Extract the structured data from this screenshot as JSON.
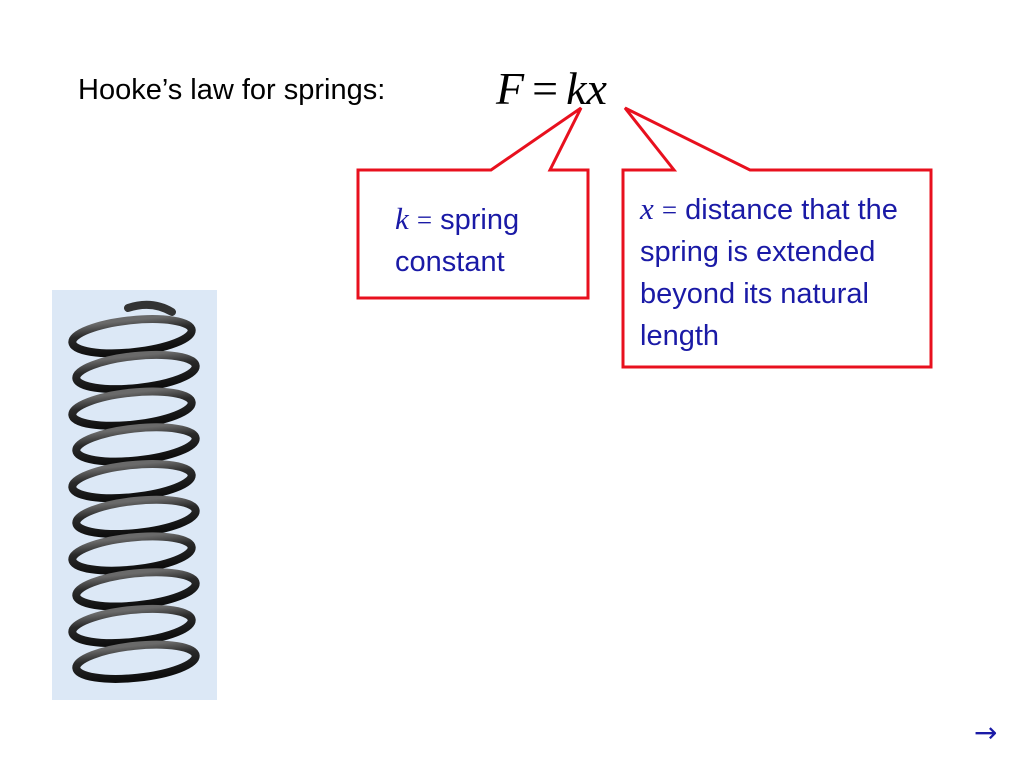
{
  "slide": {
    "title": "Hooke’s law for springs:",
    "formula": {
      "lhs": "F",
      "equals": "=",
      "rhs_k": "k",
      "rhs_x": "x"
    },
    "callout_k": {
      "variable": "k",
      "equals": "=",
      "text": " spring constant"
    },
    "callout_x": {
      "variable": "x",
      "equals": "=",
      "text": " distance that the spring is extended beyond its natural length"
    },
    "next_arrow": "→"
  },
  "colors": {
    "callout_border": "#e8101e",
    "callout_text": "#1a1aa6",
    "photo_background": "#dce8f6"
  },
  "icons": {
    "spring_image": "coil-spring-photo",
    "next": "right-arrow-icon"
  }
}
